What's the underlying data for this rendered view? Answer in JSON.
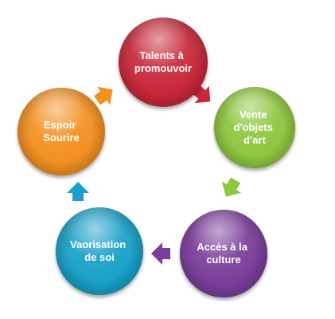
{
  "diagram": {
    "nodes": [
      {
        "id": "talents",
        "lines": [
          "Talents à",
          "promouvoir"
        ],
        "color": "#c8283a"
      },
      {
        "id": "vente",
        "lines": [
          "Vente",
          "d'objets",
          "d'art"
        ],
        "color": "#8dc63f"
      },
      {
        "id": "acces",
        "lines": [
          "Accès à la",
          "culture"
        ],
        "color": "#7a3d9a"
      },
      {
        "id": "valorisation",
        "lines": [
          "Vaorisation",
          "de soi"
        ],
        "color": "#1aa0c8"
      },
      {
        "id": "espoir",
        "lines": [
          "Espoir",
          "Sourire"
        ],
        "color": "#f29022"
      }
    ],
    "arrows": [
      {
        "id": "talents-to-vente",
        "color": "#c8283a",
        "direction": "down-right"
      },
      {
        "id": "vente-to-acces",
        "color": "#8dc63f",
        "direction": "down-left"
      },
      {
        "id": "acces-to-valorisation",
        "color": "#7a3d9a",
        "direction": "left"
      },
      {
        "id": "valorisation-to-espoir",
        "color": "#1aa0c8",
        "direction": "up"
      },
      {
        "id": "espoir-to-talents",
        "color": "#f29022",
        "direction": "up-right"
      }
    ]
  }
}
